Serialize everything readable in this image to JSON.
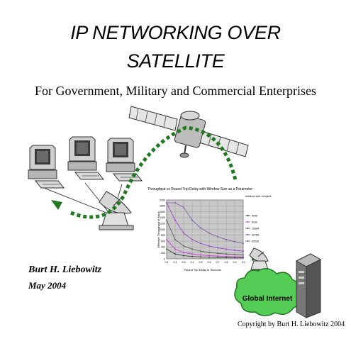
{
  "title_line1": "IP NETWORKING OVER",
  "title_line2": "SATELLITE",
  "subtitle": "For Government, Military and Commercial Enterprises",
  "author": "Burt H. Liebowitz",
  "date": "May 2004",
  "copyright": "Copyright by Burt H. Liebowitz 2004",
  "cloud_label": "Global Internet",
  "link_color": "#1e7a1e",
  "icons": [
    "computer-icon",
    "computer-icon",
    "computer-icon",
    "satellite-dish-icon",
    "satellite-icon",
    "server-tower-icon",
    "cloud-icon"
  ],
  "chart_data": {
    "type": "line",
    "title": "Throughput vs Round Trip Delay with Window Size as a Parameter",
    "xlabel": "Round Trip Delay in Seconds",
    "ylabel": "Effective Throughput in Kbps",
    "legend_title": "window size in bytes",
    "legend_position": "right",
    "x": [
      0.1,
      0.2,
      0.3,
      0.4,
      0.5,
      0.6,
      0.7,
      0.8,
      0.9,
      1.0
    ],
    "x_tick_labels": [
      "0.1",
      "0.2",
      "0.3",
      "0.4",
      "0.5",
      "0.6",
      "0.7",
      "0.8",
      "0.9",
      "1.0"
    ],
    "ylim": [
      0,
      2000
    ],
    "y_tick_labels": [
      "0",
      "200",
      "400",
      "600",
      "800",
      "1000",
      "1200",
      "1400",
      "1600",
      "1800",
      "2000"
    ],
    "grid": true,
    "series": [
      {
        "name": "4096",
        "color": "#333333",
        "values": [
          328,
          164,
          109,
          82,
          66,
          55,
          47,
          41,
          36,
          33
        ]
      },
      {
        "name": "8192",
        "color": "#cc33cc",
        "values": [
          655,
          328,
          218,
          164,
          131,
          109,
          94,
          82,
          73,
          66
        ]
      },
      {
        "name": "16384",
        "color": "#555555",
        "values": [
          1311,
          655,
          437,
          328,
          262,
          218,
          187,
          164,
          146,
          131
        ]
      },
      {
        "name": "32768",
        "color": "#9933cc",
        "values": [
          1900,
          1311,
          874,
          655,
          524,
          437,
          374,
          328,
          291,
          262
        ]
      },
      {
        "name": "65536",
        "color": "#7755aa",
        "values": [
          1900,
          1900,
          1748,
          1311,
          1049,
          874,
          749,
          655,
          583,
          524
        ]
      }
    ]
  }
}
